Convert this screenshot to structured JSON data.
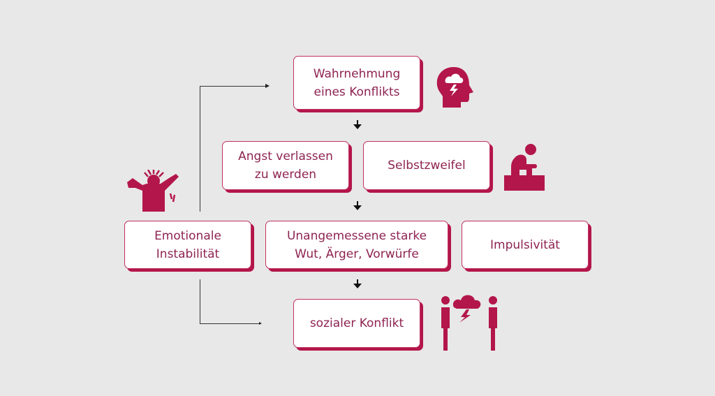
{
  "colors": {
    "accent": "#b3164a",
    "text": "#8e2350",
    "background": "#e8e8e8"
  },
  "boxes": {
    "perception": {
      "line1": "Wahrnehmung",
      "line2": "eines Konflikts"
    },
    "fear": {
      "line1": "Angst verlassen",
      "line2": "zu werden"
    },
    "self_doubt": "Selbstzweifel",
    "emotional": {
      "line1": "Emotionale",
      "line2": "Instabilität"
    },
    "anger": {
      "line1": "Unangemessene starke",
      "line2": "Wut, Ärger, Vorwürfe"
    },
    "impulsivity": "Impulsivität",
    "social": "sozialer Konflikt"
  },
  "icons": [
    "head-storm-icon",
    "sitting-person-icon",
    "frustrated-person-icon",
    "two-people-conflict-icon"
  ]
}
